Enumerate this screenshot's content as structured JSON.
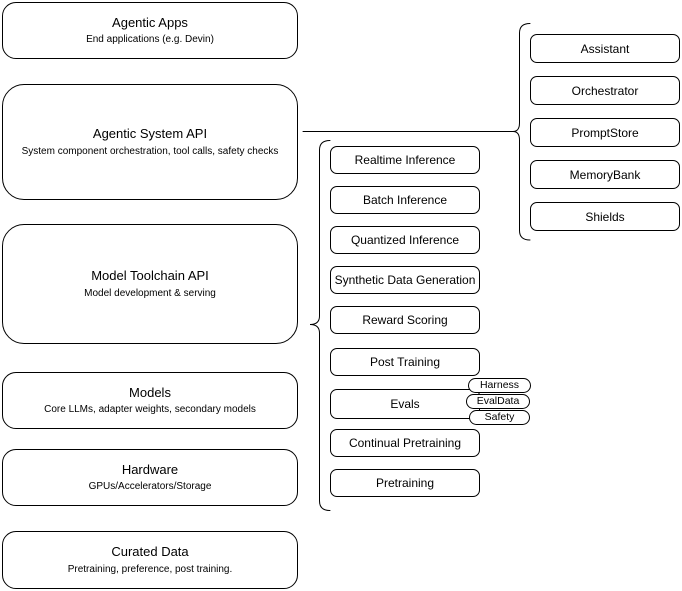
{
  "colors": {
    "background": "#ffffff",
    "stroke": "#000000",
    "text": "#000000",
    "node_fill": "#ffffff"
  },
  "left_stack": {
    "boxes": [
      {
        "title": "Agentic Apps",
        "subtitle": "End applications (e.g. Devin)"
      },
      {
        "title": "Agentic System API",
        "subtitle": "System component orchestration, tool calls, safety checks"
      },
      {
        "title": "Model Toolchain API",
        "subtitle": "Model development & serving"
      },
      {
        "title": "Models",
        "subtitle": "Core LLMs, adapter weights, secondary models"
      },
      {
        "title": "Hardware",
        "subtitle": "GPUs/Accelerators/Storage"
      },
      {
        "title": "Curated Data",
        "subtitle": "Pretraining, preference, post training."
      }
    ]
  },
  "toolchain_column": {
    "items": [
      {
        "label": "Realtime Inference"
      },
      {
        "label": "Batch Inference"
      },
      {
        "label": "Quantized Inference"
      },
      {
        "label": "Synthetic Data Generation"
      },
      {
        "label": "Reward Scoring"
      },
      {
        "label": "Post Training"
      },
      {
        "label": "Evals"
      },
      {
        "label": "Continual Pretraining"
      },
      {
        "label": "Pretraining"
      }
    ],
    "evals_badges": [
      {
        "label": "Harness"
      },
      {
        "label": "EvalData"
      },
      {
        "label": "Safety"
      }
    ]
  },
  "system_column": {
    "items": [
      {
        "label": "Assistant"
      },
      {
        "label": "Orchestrator"
      },
      {
        "label": "PromptStore"
      },
      {
        "label": "MemoryBank"
      },
      {
        "label": "Shields"
      }
    ]
  }
}
